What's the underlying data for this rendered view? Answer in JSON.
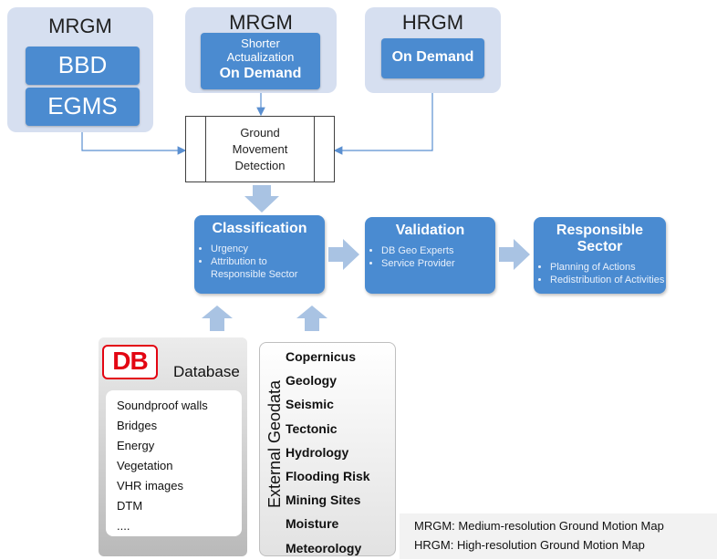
{
  "sources": {
    "mrgm_left": {
      "title": "MRGM",
      "items": [
        "BBD",
        "EGMS"
      ]
    },
    "mrgm_mid": {
      "title": "MRGM",
      "line1": "Shorter",
      "line2": "Actualization",
      "line3": "On Demand"
    },
    "hrgm": {
      "title": "HRGM",
      "label": "On Demand"
    }
  },
  "detection": {
    "line1": "Ground",
    "line2": "Movement",
    "line3": "Detection"
  },
  "process": [
    {
      "title": "Classification",
      "bullets": [
        "Urgency",
        "Attribution to Responsible Sector"
      ]
    },
    {
      "title": "Validation",
      "bullets": [
        "DB Geo Experts",
        "Service Provider"
      ]
    },
    {
      "title": "Responsible Sector",
      "bullets": [
        "Planning of Actions",
        "Redistribution of Activities"
      ]
    }
  ],
  "database": {
    "logo": "DB",
    "title": "Database",
    "items": [
      "Soundproof walls",
      "Bridges",
      "Energy",
      "Vegetation",
      "VHR images",
      "DTM",
      "...."
    ]
  },
  "geodata": {
    "side_label": "External Geodata",
    "items": [
      "Copernicus",
      "Geology",
      "Seismic",
      "Tectonic",
      "Hydrology",
      "Flooding Risk",
      "Mining Sites",
      "Moisture",
      "Meteorology"
    ]
  },
  "legend": {
    "line1": "MRGM: Medium-resolution Ground Motion Map",
    "line2": "HRGM: High-resolution Ground Motion Map"
  },
  "colors": {
    "panel_bg": "#d6dff0",
    "box_blue": "#4b8bd0",
    "arrow_blue": "#a9c3e3",
    "db_red": "#e30613"
  }
}
